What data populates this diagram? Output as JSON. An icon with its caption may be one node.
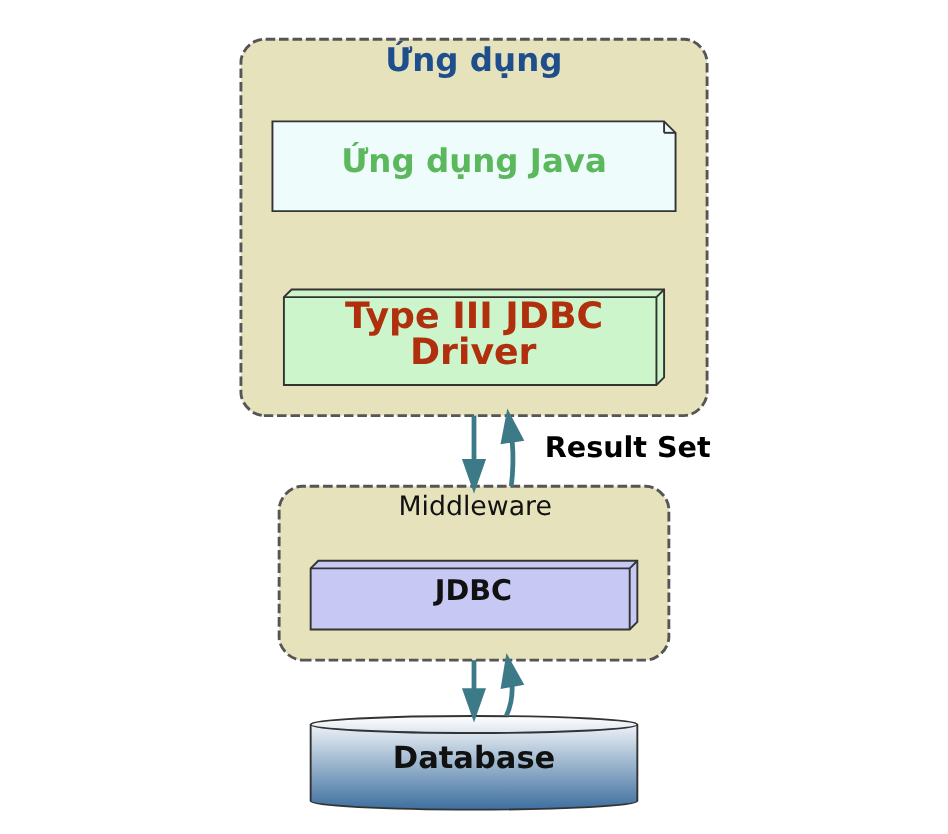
{
  "diagram": {
    "nodes": [
      {
        "text": [
          "Ứng dụng"
        ]
      },
      {
        "text": [
          "Ứng dụng Java"
        ],
        "in": 0
      },
      {
        "text": [
          "Type III JDBC Driver"
        ],
        "in": 0
      },
      {
        "text": [
          "Middleware"
        ]
      },
      {
        "text": [
          "JDBC"
        ],
        "in": 3
      },
      {
        "text": [
          "Database"
        ]
      }
    ],
    "edges": [
      {
        "from": 0,
        "to": 3,
        "arrow": "to"
      },
      {
        "from": 3,
        "to": 0,
        "arrow": "to",
        "label": "Result Set"
      },
      {
        "from": 3,
        "to": 5,
        "arrow": "to"
      },
      {
        "from": 5,
        "to": 3,
        "arrow": "to"
      }
    ]
  }
}
